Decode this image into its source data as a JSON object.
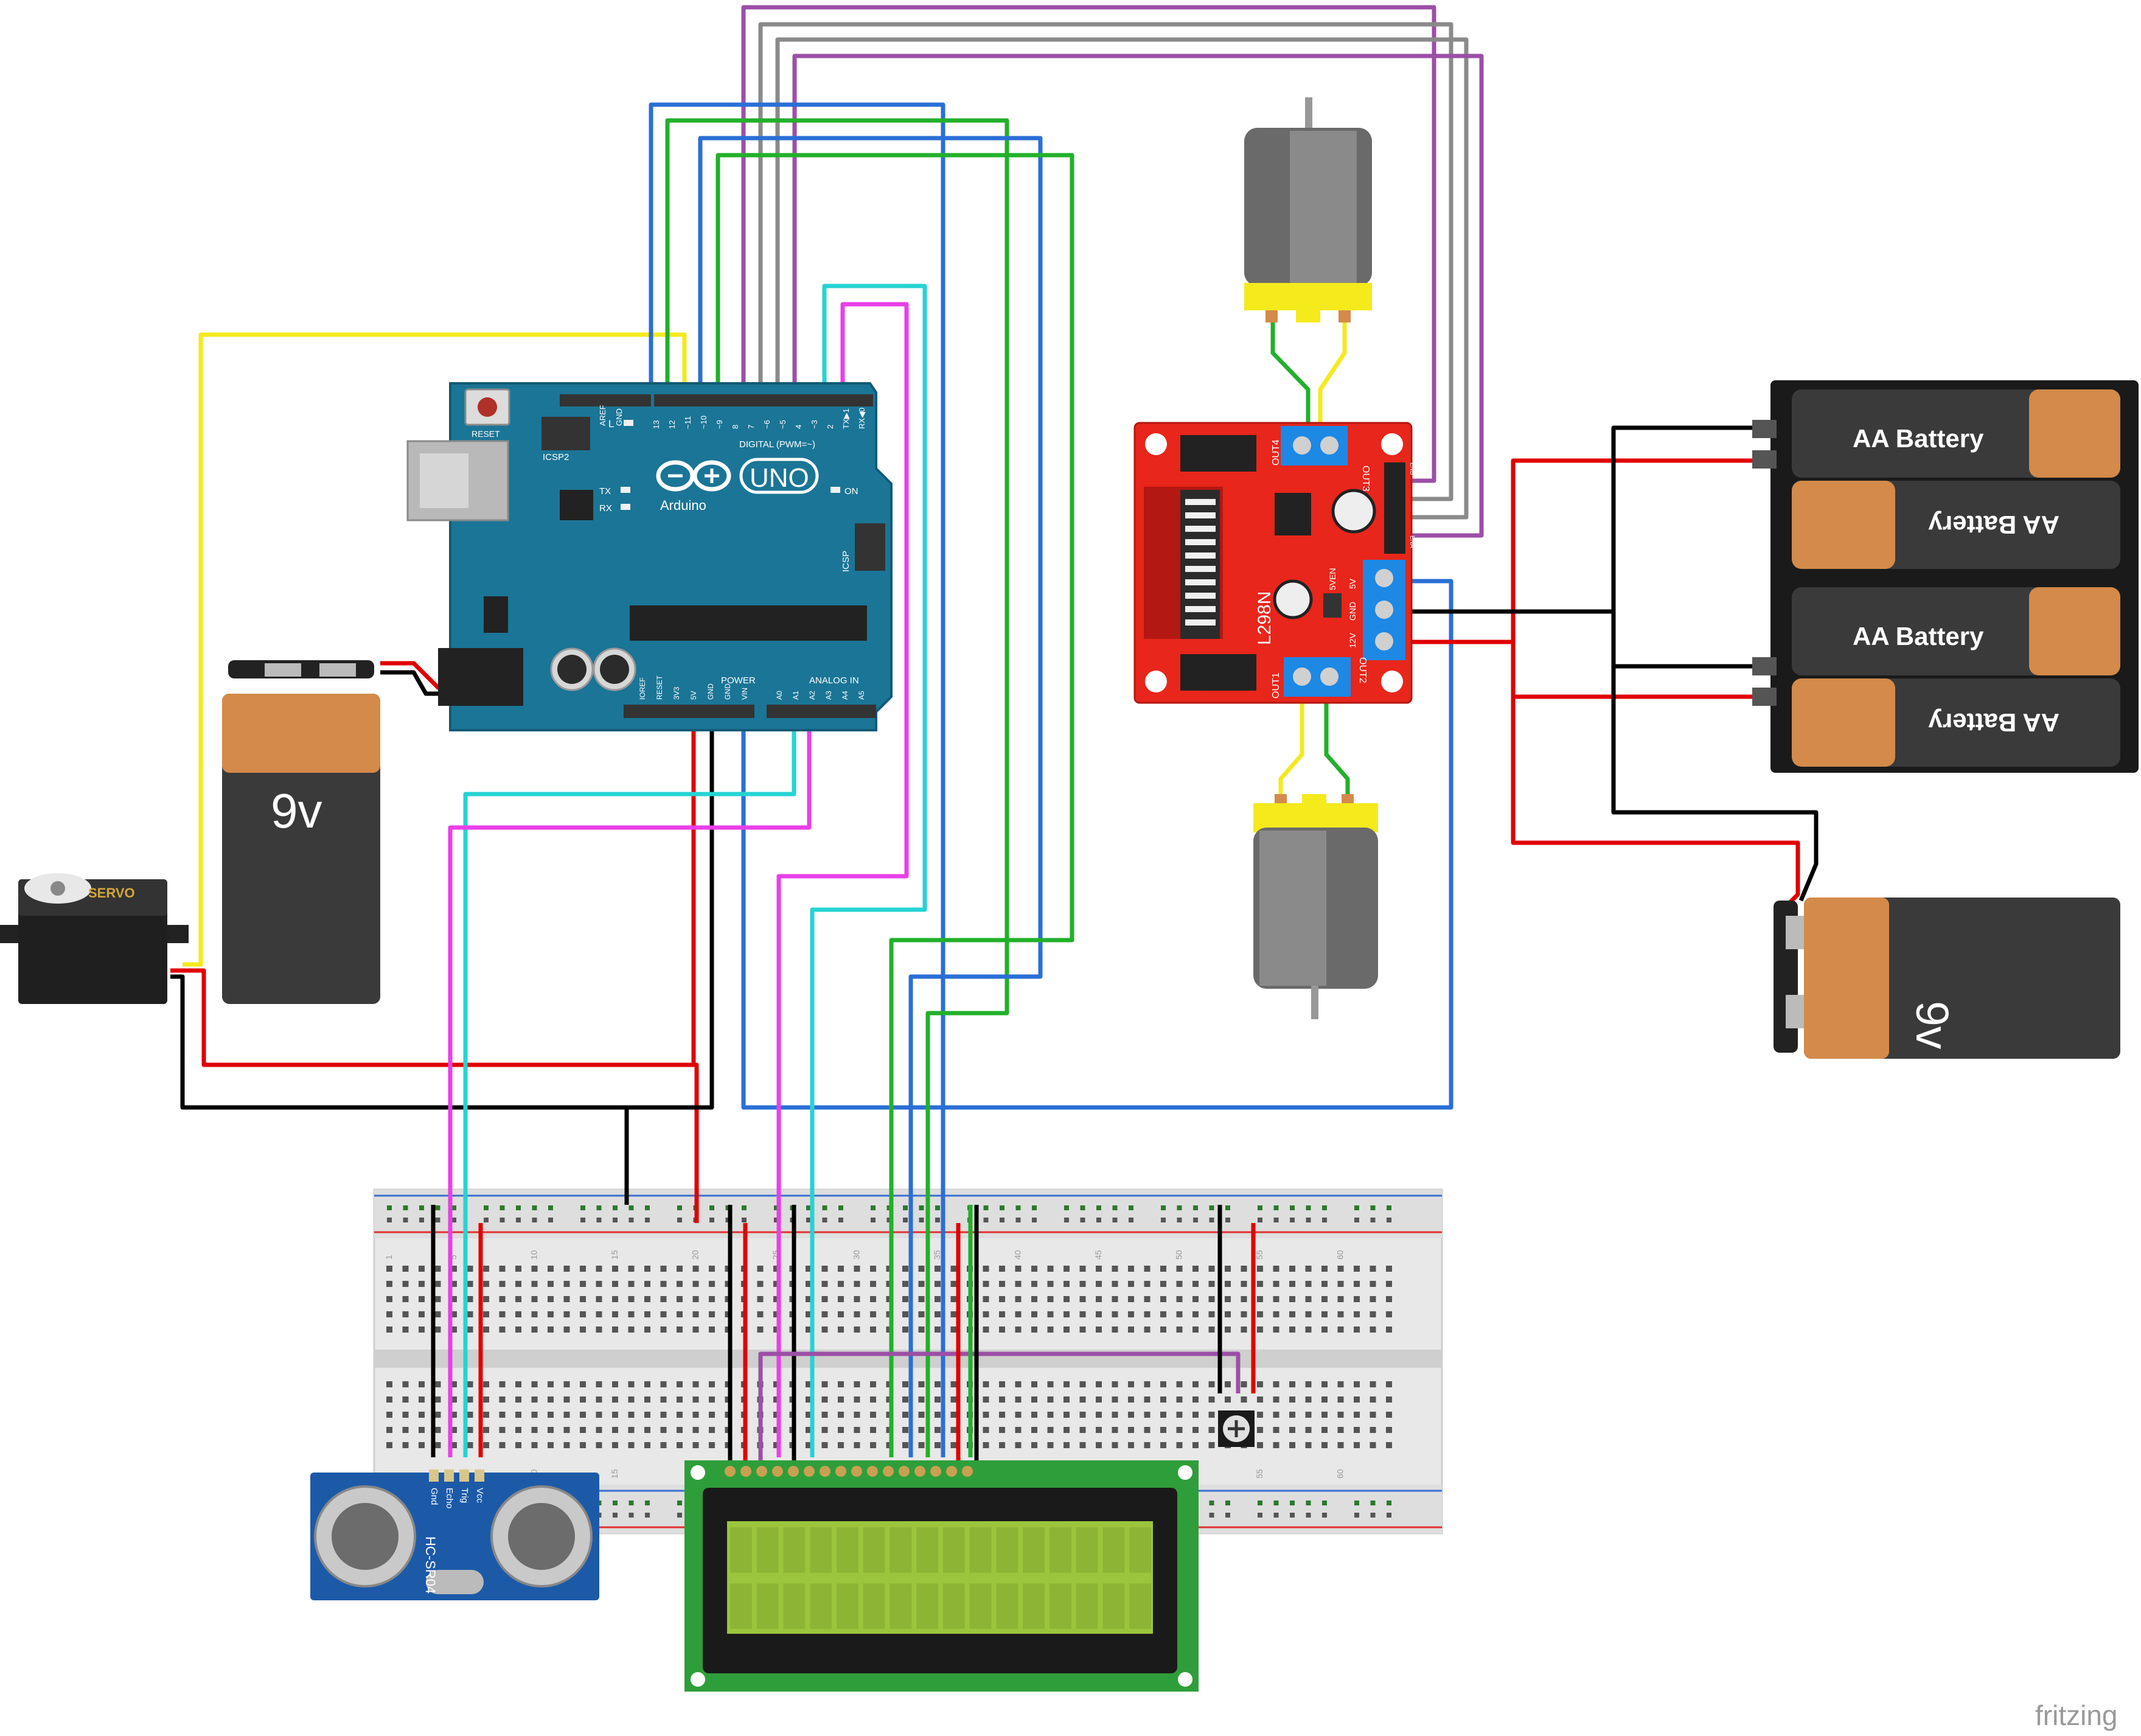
{
  "watermark": "fritzing",
  "colors": {
    "arduino_board": "#1b7596",
    "l298n_board": "#e8261b",
    "hcsr04_board": "#1c5aa8",
    "lcd_board": "#2e9e3a",
    "lcd_screen": "#9bc53d",
    "battery_body": "#3a3a3a",
    "battery_cap": "#d38a4a",
    "motor_body": "#6a6a6a",
    "motor_cap": "#f4ea1c",
    "breadboard": "#e6e6e6",
    "wire_red": "#e00000",
    "wire_black": "#000000",
    "wire_yellow": "#f4ea1c",
    "wire_blue": "#2a6fd6",
    "wire_green": "#22b02a",
    "wire_cyan": "#26d3d3",
    "wire_magenta": "#e83fe8",
    "wire_purple": "#9b4fa6",
    "wire_gray": "#8a8a8a"
  },
  "arduino": {
    "reset": "RESET",
    "icsp2": "ICSP2",
    "icsp": "ICSP",
    "digital": "DIGITAL (PWM=~)",
    "brand": "UNO",
    "name": "Arduino",
    "on": "ON",
    "led_l": "L",
    "led_tx": "TX",
    "led_rx": "RX",
    "aref": "AREF",
    "gnd": "GND",
    "digital_pins": [
      "13",
      "12",
      "~11",
      "~10",
      "~9",
      "8",
      "7",
      "~6",
      "~5",
      "4",
      "~3",
      "2",
      "TX▶1",
      "RX◀0"
    ],
    "power": "POWER",
    "analog_in": "ANALOG IN",
    "power_pins": [
      "IOREF",
      "RESET",
      "3V3",
      "5V",
      "GND",
      "GND",
      "VIN"
    ],
    "analog_pins": [
      "A0",
      "A1",
      "A2",
      "A3",
      "A4",
      "A5"
    ]
  },
  "battery_9v_left": {
    "label": "9v"
  },
  "battery_9v_right": {
    "label": "9v"
  },
  "servo": {
    "label": "SERVO"
  },
  "l298n": {
    "name": "L298N",
    "out1": "OUT1",
    "out2": "OUT2",
    "out3": "OUT3",
    "out4": "OUT4",
    "v12": "12V",
    "gnd": "GND",
    "v5": "5V",
    "v5en": "5VEN",
    "ena": "ENA",
    "enb": "ENB"
  },
  "aa_pack": {
    "cells": [
      "AA Battery",
      "AA Battery",
      "AA Battery",
      "AA Battery"
    ]
  },
  "breadboard": {
    "numbers": [
      "1",
      "5",
      "10",
      "15",
      "20",
      "25",
      "30",
      "35",
      "40",
      "45",
      "50",
      "55",
      "60"
    ]
  },
  "hcsr04": {
    "name": "HC-SR04",
    "pins": [
      "Gnd",
      "Echo",
      "Trig",
      "Vcc"
    ]
  }
}
